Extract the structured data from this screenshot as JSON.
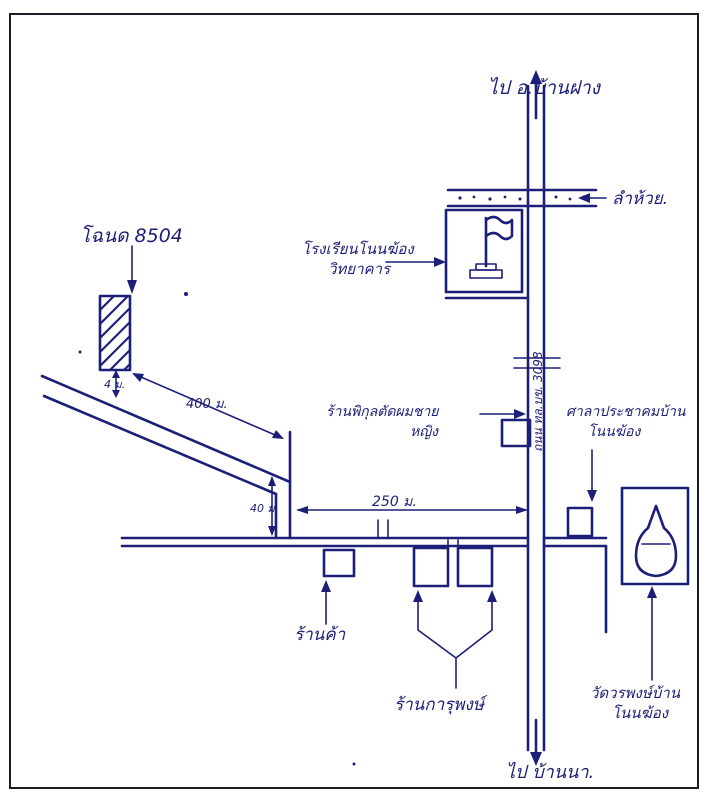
{
  "map": {
    "colors": {
      "ink": "#1c1f78",
      "paper": "#ffffff",
      "frame": "#1b1b2a"
    },
    "labels": {
      "land_title": "โฉนด 8504",
      "north_destination": "ไป อ.บ้านฝาง",
      "creek": "ลำห้วย.",
      "school": "โรงเรียนโนนฆ้อง วิทยาคาร",
      "highway": "ถนน ทล.บข. 3098",
      "shop_one": "ร้านพิกุลตัดผมชาย หญิง",
      "pavilion": "ศาลาประชาคมบ้าน โนนฆ้อง",
      "grocery": "ร้านค้า",
      "hardware": "ร้านการุพงษ์",
      "temple": "วัดวรพงษ์บ้าน โนนฆ้อง",
      "south_destination": "ไป บ้านนา."
    },
    "distances": {
      "plot_offset": "4 ม.",
      "diagonal_road": "400 ม.",
      "link_road": "40 ม.",
      "main_road": "250 ม."
    },
    "icons": [
      "flag-icon",
      "chedi-icon",
      "north-arrow-icon",
      "south-arrow-icon",
      "land-plot-hatch"
    ]
  }
}
